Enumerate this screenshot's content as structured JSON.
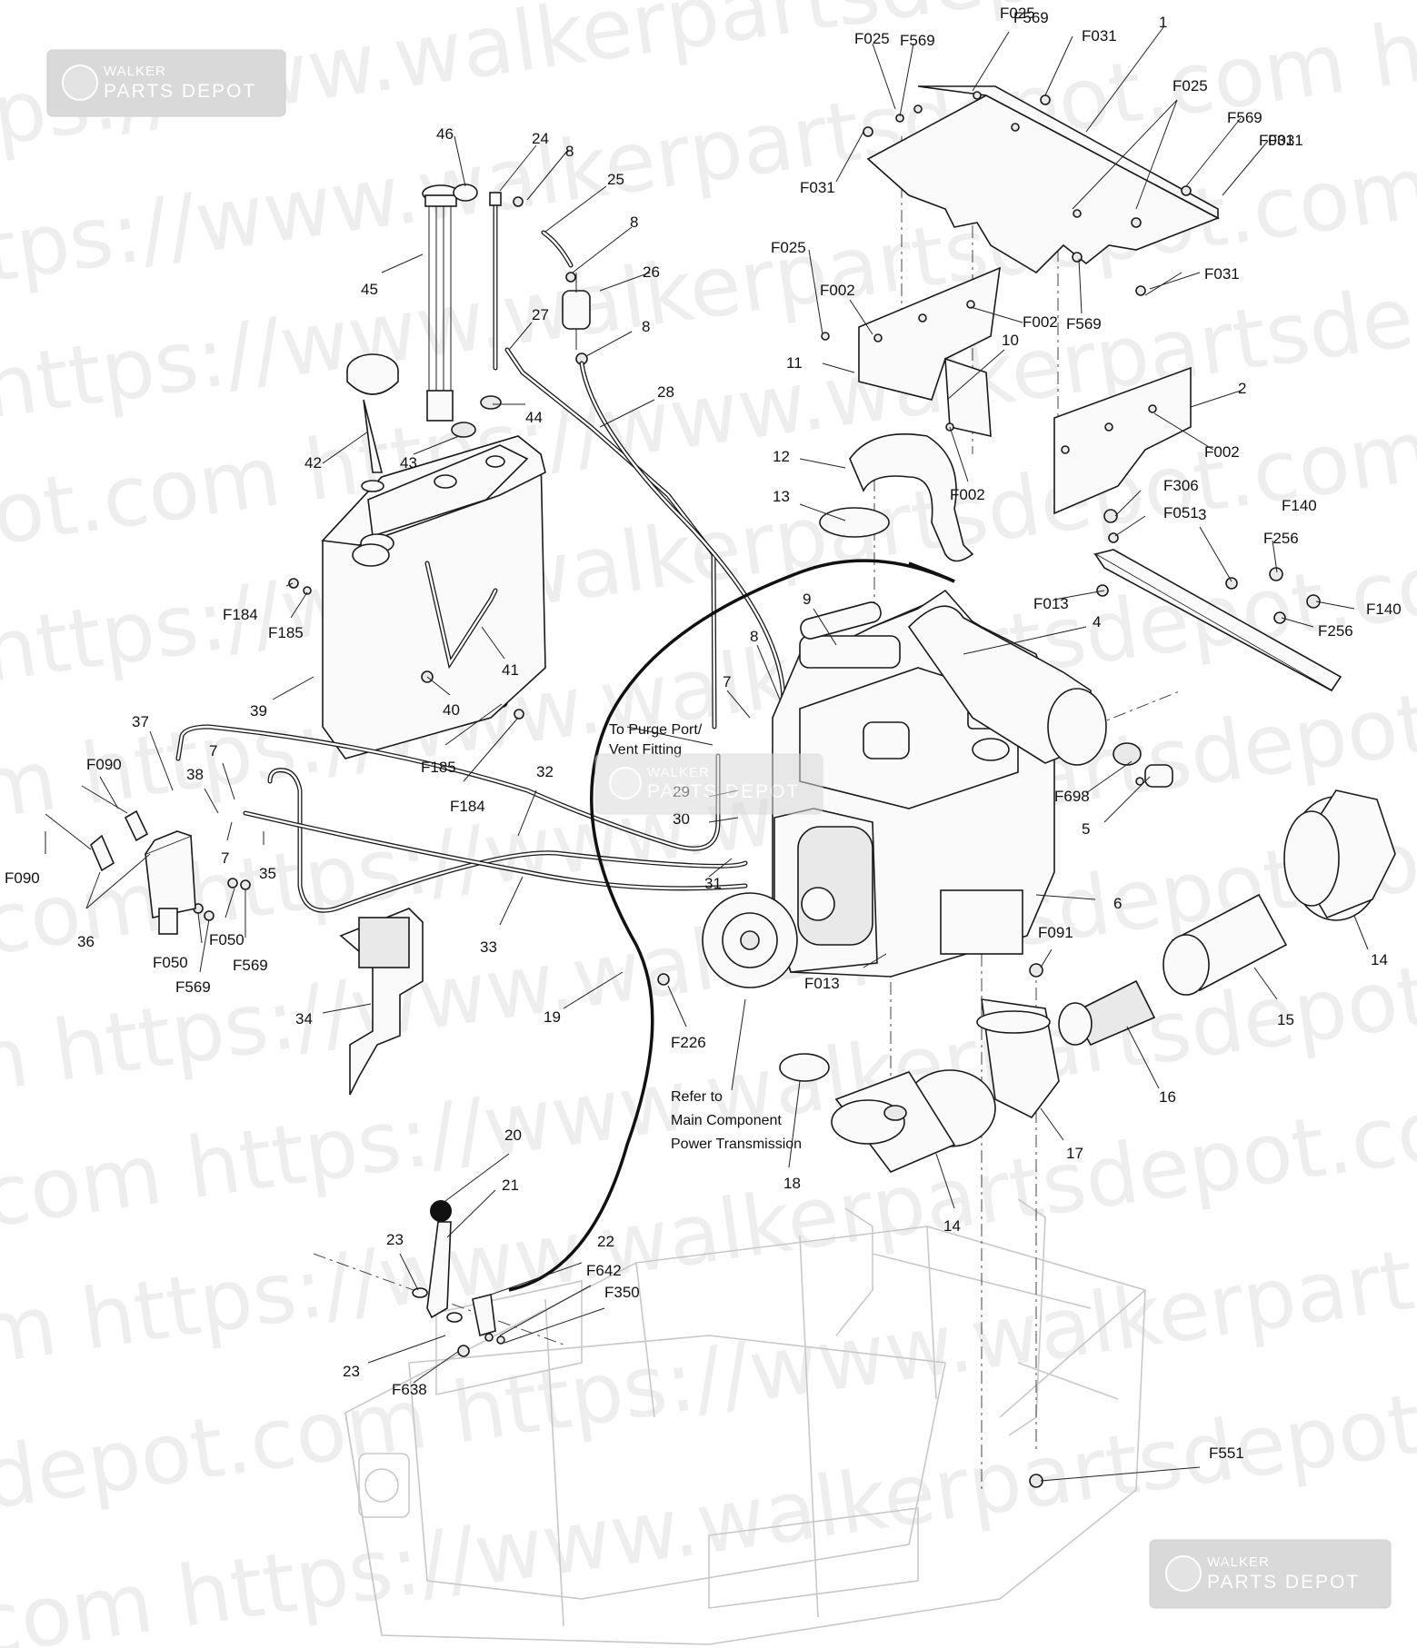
{
  "watermark": {
    "brand_top": "WALKER",
    "brand_bottom": "PARTS DEPOT",
    "lines": [
      "ps://www.walkerpartsdepot.com  https://",
      "tps://www.walkerpartsdepot.com  https:/",
      "https://www.walkerpartsdepot.com  https",
      "ot.com  https://www.walkerpartsdepot.co",
      "https://www.walkerpartsdepot.com  http",
      "m  https://www.walkerpartsdepot.com  ht",
      "com  https://www.walkerpartsdepot.com",
      "n  https://www.walkerpartsdepot.com  h",
      "com  https://www.walkerpartsdepot.com",
      "m  https://www.walkerpartsdepot.com  h",
      "depot.com  https://www.walkerpartsdepot",
      "com  https://www.walkerpartsdepot.com"
    ]
  },
  "notes": {
    "purge_line1": "To Purge Port/",
    "purge_line2": "Vent Fitting",
    "refer_line1": "Refer to",
    "refer_line2": "Main Component",
    "refer_line3": "Power Transmission"
  },
  "callouts": [
    "F025",
    "F569",
    "F031",
    "1",
    "F025",
    "F569",
    "F031",
    "F025",
    "F569",
    "F031",
    "F031",
    "F025",
    "F002",
    "F002",
    "10",
    "11",
    "F569",
    "F031",
    "2",
    "F002",
    "F002",
    "46",
    "24",
    "8",
    "25",
    "8",
    "26",
    "45",
    "27",
    "8",
    "28",
    "42",
    "43",
    "44",
    "12",
    "13",
    "F306",
    "F051",
    "3",
    "F140",
    "F256",
    "F140",
    "F256",
    "F013",
    "9",
    "4",
    "8",
    "7",
    "F184",
    "F185",
    "39",
    "41",
    "40",
    "F185",
    "F184",
    "37",
    "F090",
    "7",
    "38",
    "32",
    "F090",
    "7",
    "35",
    "36",
    "F050",
    "F050",
    "F569",
    "F569",
    "33",
    "29",
    "30",
    "31",
    "F698",
    "5",
    "6",
    "F091",
    "14",
    "15",
    "16",
    "17",
    "14",
    "18",
    "F013",
    "F226",
    "34",
    "19",
    "20",
    "21",
    "23",
    "22",
    "F642",
    "F350",
    "23",
    "F638",
    "F551"
  ],
  "colors": {
    "line": "#1a1a1a",
    "frame_ghost": "#c8c8c8",
    "watermark": "#9a9a9a",
    "badge": "#d9d9d9"
  }
}
